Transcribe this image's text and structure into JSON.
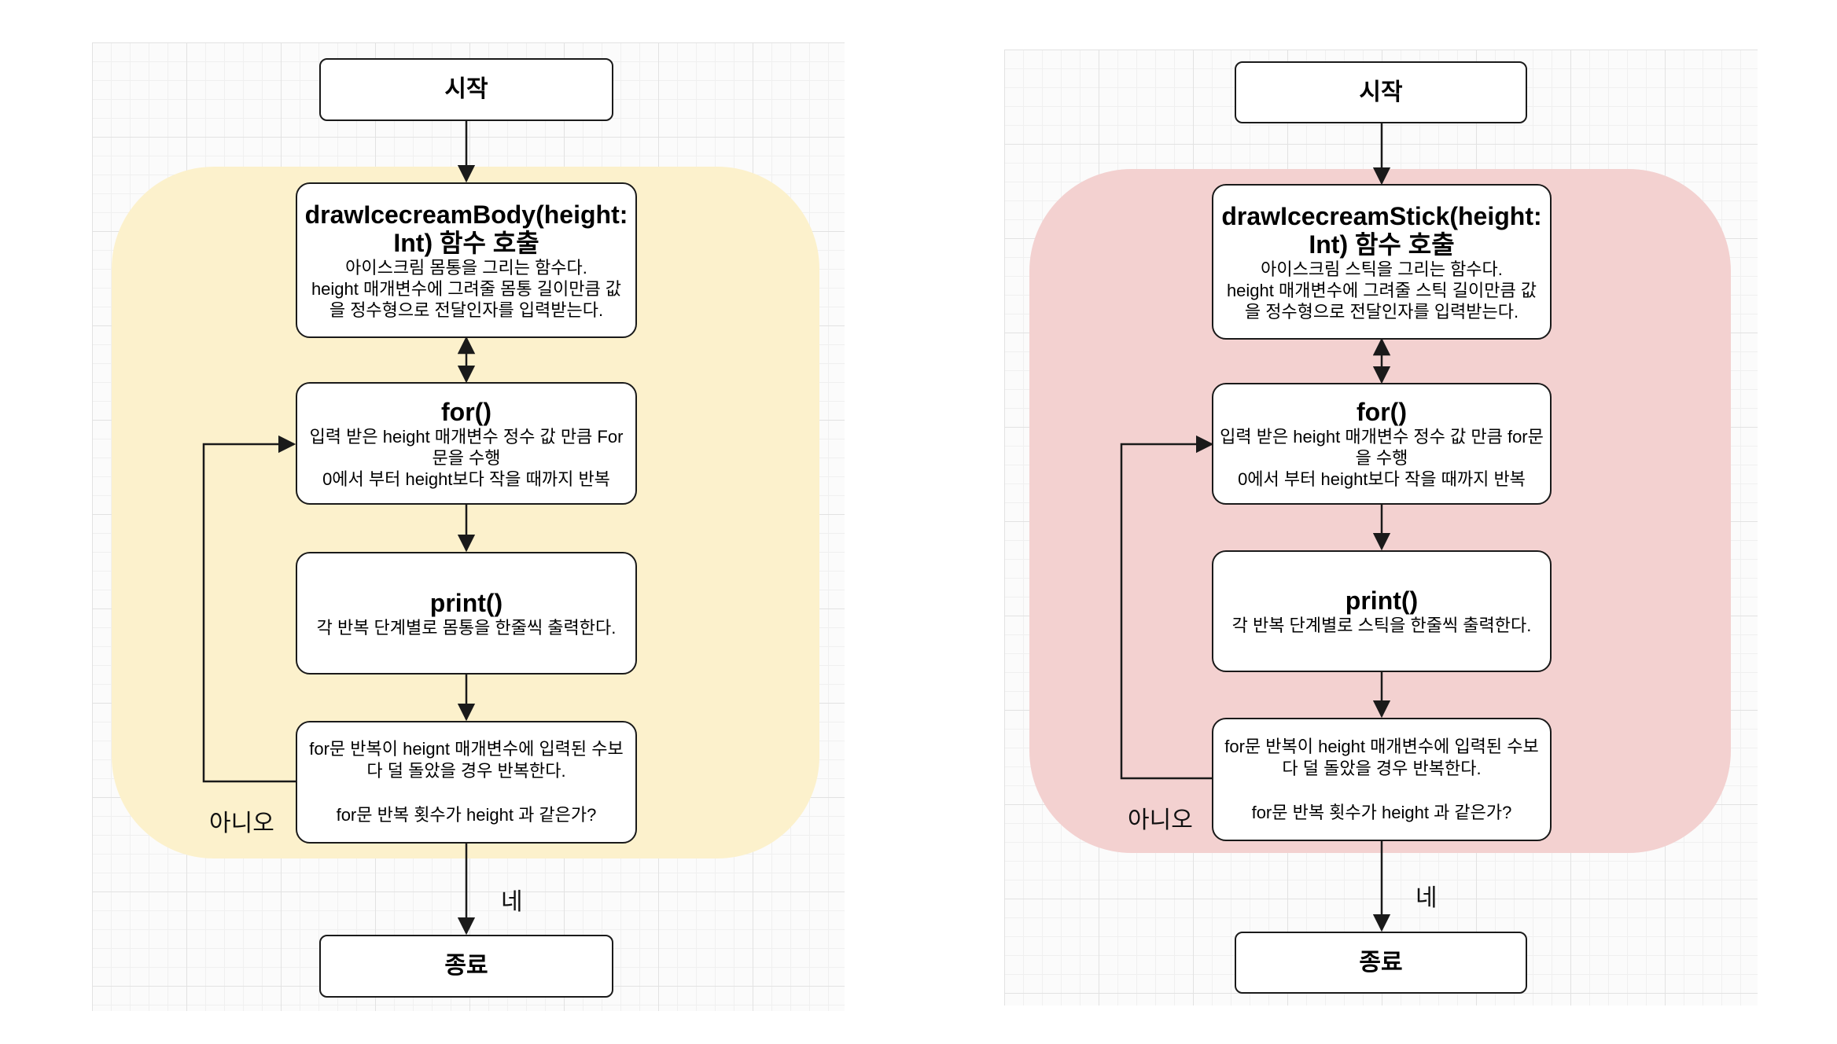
{
  "colors": {
    "left_region": "#fcf1cc",
    "right_region": "#f3d1d0",
    "line": "#1a1a1a"
  },
  "left": {
    "start": "시작",
    "call_title": "drawIcecreamBody(height: Int) 함수 호출",
    "call_desc": "아이스크림 몸통을 그리는 함수다.\nheight 매개변수에 그려줄 몸통 길이만큼 값을 정수형으로 전달인자를 입력받는다.",
    "for_title": "for()",
    "for_desc": "입력 받은 height 매개변수 정수 값 만큼 For문을 수행\n0에서 부터 height보다 작을 때까지 반복",
    "print_title": "print()",
    "print_desc": "각 반복 단계별로 몸통을 한줄씩 출력한다.",
    "decision_desc": "for문 반복이 heignt 매개변수에 입력된 수보다 덜 돌았을 경우 반복한다.\n\nfor문 반복 횟수가 height 과 같은가?",
    "no_label": "아니오",
    "yes_label": "네",
    "end": "종료"
  },
  "right": {
    "start": "시작",
    "call_title": "drawIcecreamStick(height: Int) 함수 호출",
    "call_desc": "아이스크림 스틱을 그리는 함수다.\nheight 매개변수에 그려줄 스틱 길이만큼 값을 정수형으로 전달인자를 입력받는다.",
    "for_title": "for()",
    "for_desc": "입력 받은 height 매개변수 정수 값 만큼 for문을 수행\n0에서 부터 height보다 작을 때까지 반복",
    "print_title": "print()",
    "print_desc": "각 반복 단계별로 스틱을 한줄씩 출력한다.",
    "decision_desc": "for문 반복이 height 매개변수에 입력된 수보다 덜 돌았을 경우 반복한다.\n\nfor문 반복 횟수가 height 과 같은가?",
    "no_label": "아니오",
    "yes_label": "네",
    "end": "종료"
  }
}
